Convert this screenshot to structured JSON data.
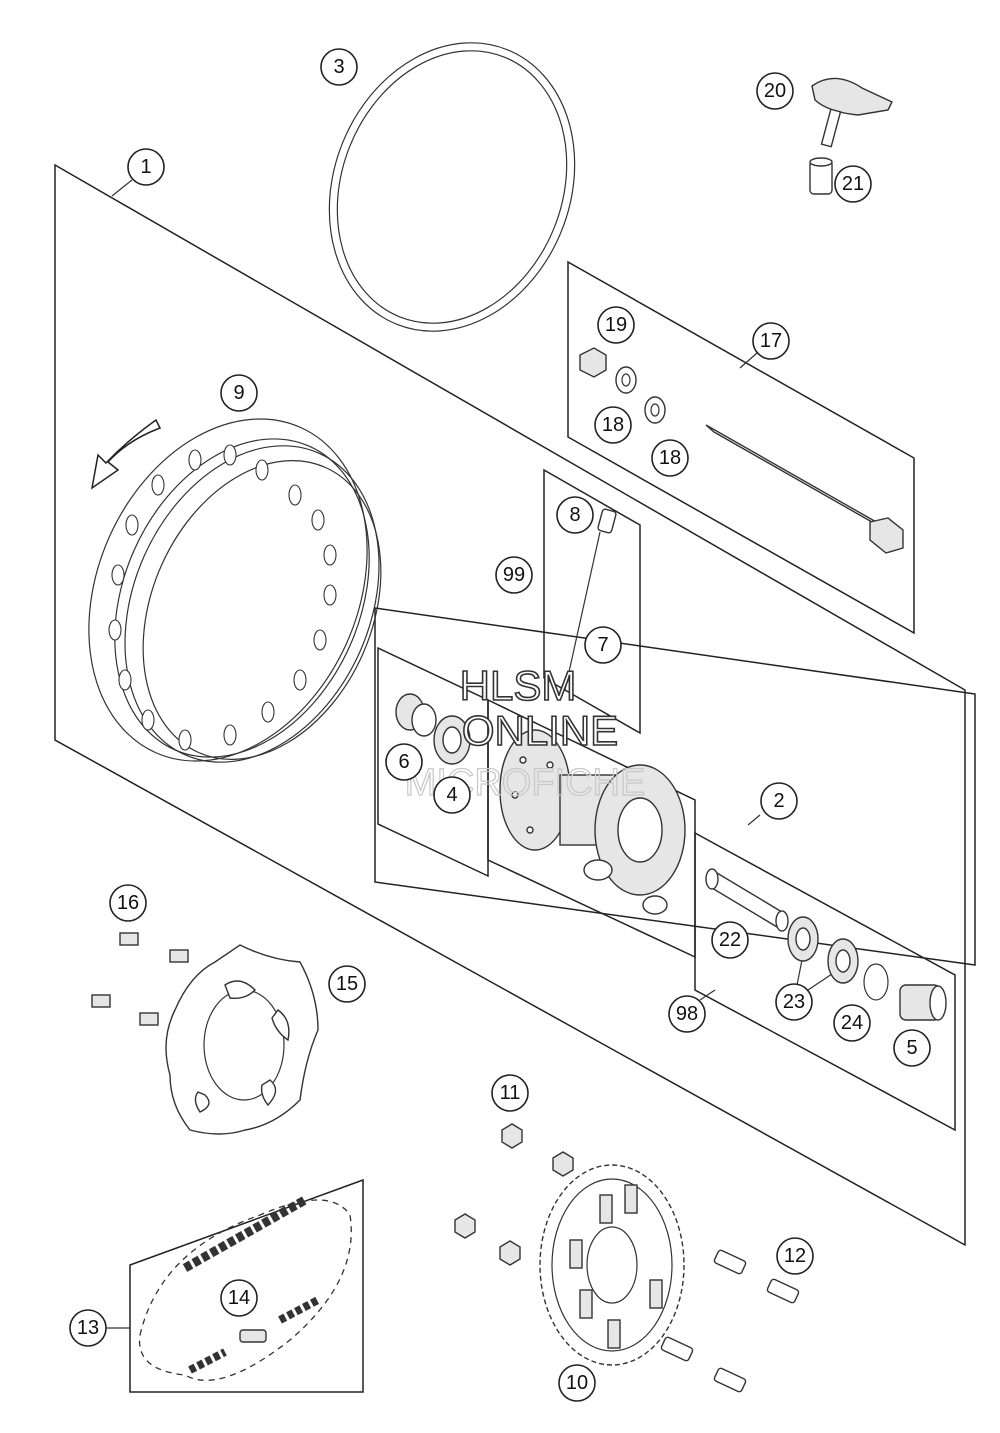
{
  "callouts": {
    "c1": "1",
    "c2": "2",
    "c3": "3",
    "c4": "4",
    "c5": "5",
    "c6": "6",
    "c7": "7",
    "c8": "8",
    "c9": "9",
    "c10": "10",
    "c11": "11",
    "c12": "12",
    "c13": "13",
    "c14": "14",
    "c15": "15",
    "c16": "16",
    "c17": "17",
    "c18a": "18",
    "c18b": "18",
    "c19": "19",
    "c20": "20",
    "c21": "21",
    "c22": "22",
    "c23": "23",
    "c24": "24",
    "c98": "98",
    "c99": "99"
  },
  "watermark": {
    "line1": "HLSM",
    "line2": "ONLINE",
    "line3": "MICROFICHE"
  },
  "colors": {
    "line": "#222222",
    "background": "#ffffff",
    "part_fill": "#e6e6e6"
  }
}
